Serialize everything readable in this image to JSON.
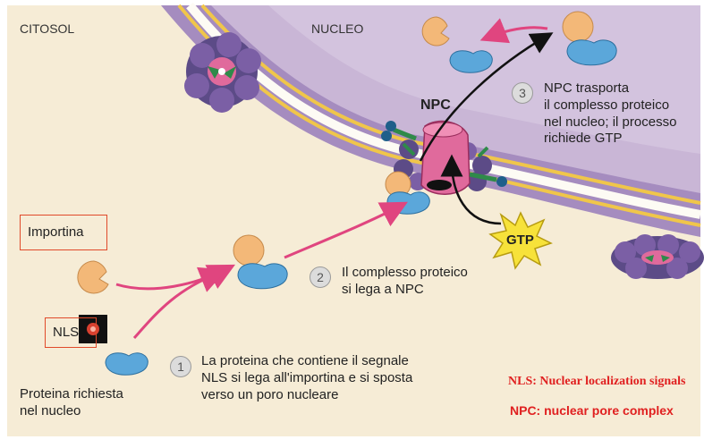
{
  "regions": {
    "cytosol": "CITOSOL",
    "nucleus": "NUCLEO"
  },
  "labels": {
    "npc": "NPC",
    "gtp": "GTP",
    "importin": "Importina",
    "nls": "NLS",
    "cargo_line1": "Proteina richiesta",
    "cargo_line2": "nel nucleo"
  },
  "steps": [
    {
      "number": "1",
      "line1": "La proteina che contiene il segnale",
      "line2": "NLS si lega all'importina e si sposta",
      "line3": "verso un poro nucleare"
    },
    {
      "number": "2",
      "line1": "Il complesso proteico",
      "line2": "si lega a NPC"
    },
    {
      "number": "3",
      "line1": "NPC trasporta",
      "line2": "il complesso proteico",
      "line3": "nel nucleo; il processo",
      "line4": "richiede GTP"
    }
  ],
  "legend": {
    "nls": "NLS: Nuclear localization signals",
    "npc": "NPC: nuclear pore complex"
  },
  "colors": {
    "cytosol": "#f6ecd6",
    "nucleus": "#c9b6d6",
    "membrane": "#a58cbf",
    "pink_arrow": "#e0457f",
    "importin": "#f3b878",
    "cargo": "#5ba7da",
    "npc": "#e06a9c",
    "gtp": "#f7e23a",
    "legend_text": "#e02020"
  }
}
